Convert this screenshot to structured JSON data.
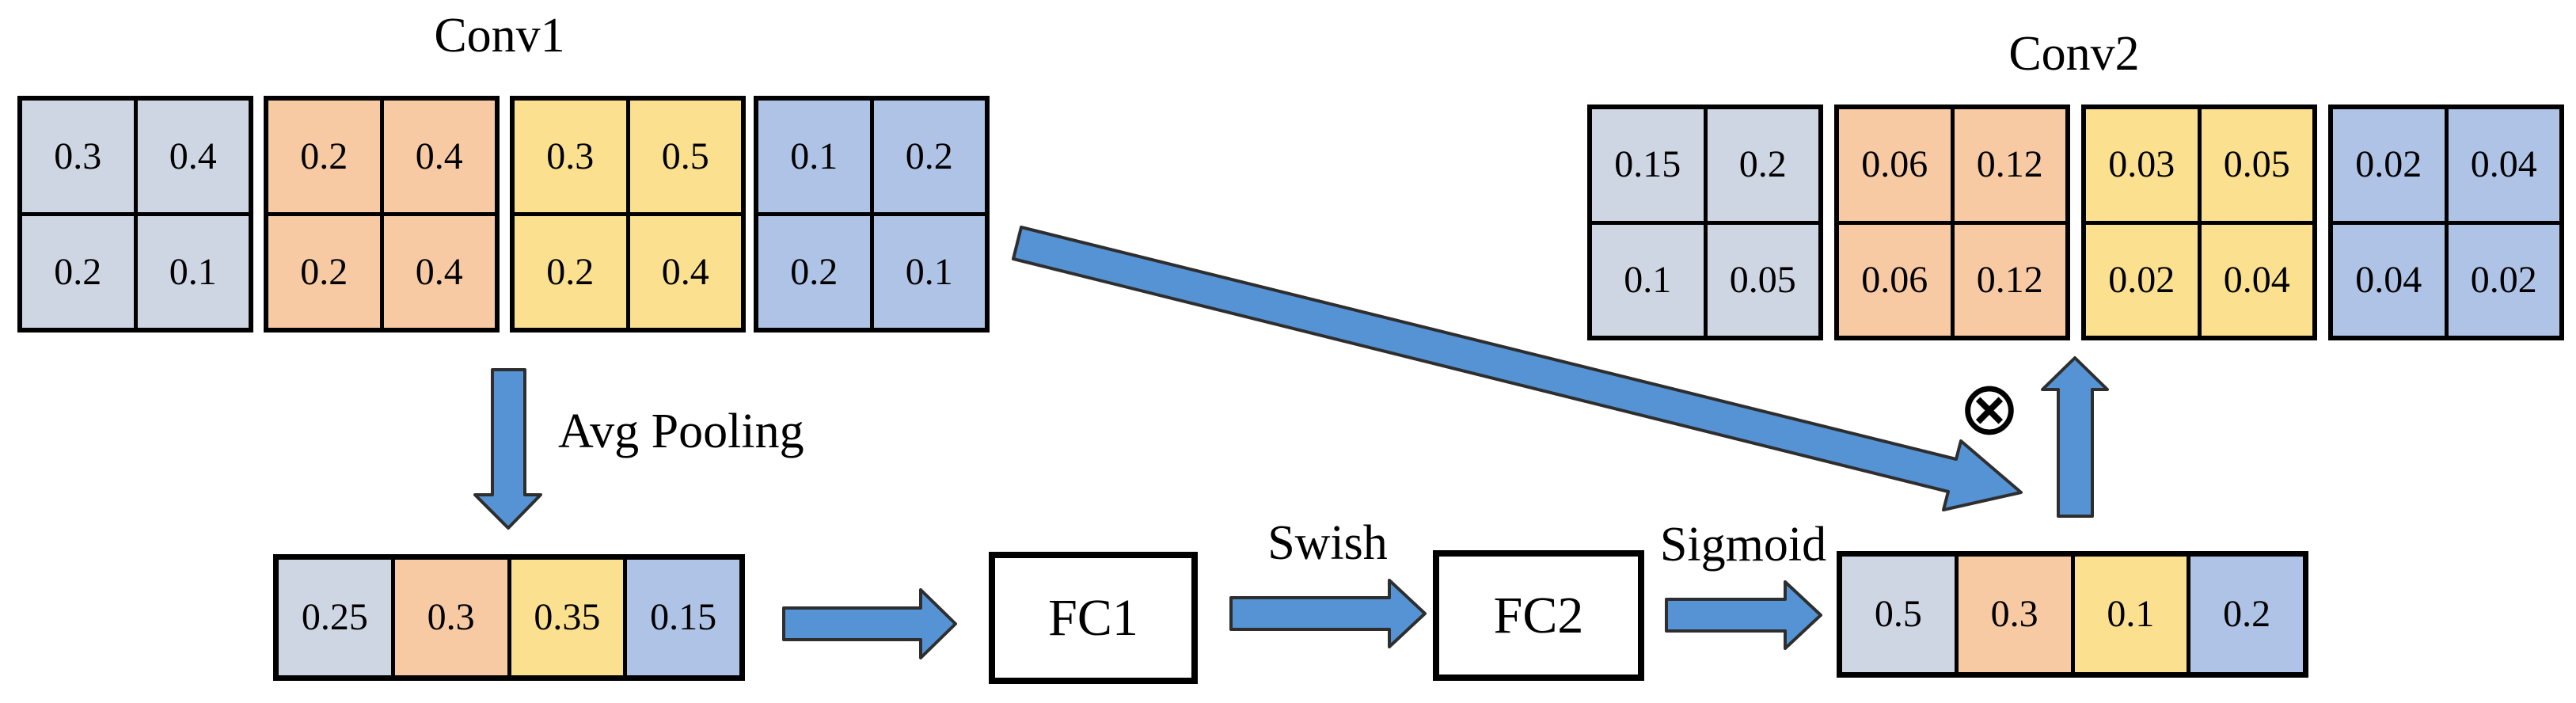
{
  "colors": {
    "gray": "#CFD6E3",
    "orange": "#F7CAA4",
    "yellow": "#FBE08F",
    "blue": "#AEC3E6",
    "arrow": "#5593D4",
    "arrow_outline": "#2E2E2E",
    "background": "#FFFFFF"
  },
  "operators": {
    "multiply": "⊗"
  },
  "conv1": {
    "label": "Conv1",
    "matrices": [
      {
        "color": "gray",
        "values": [
          [
            "0.3",
            "0.4"
          ],
          [
            "0.2",
            "0.1"
          ]
        ]
      },
      {
        "color": "orange",
        "values": [
          [
            "0.2",
            "0.4"
          ],
          [
            "0.2",
            "0.4"
          ]
        ]
      },
      {
        "color": "yellow",
        "values": [
          [
            "0.3",
            "0.5"
          ],
          [
            "0.2",
            "0.4"
          ]
        ]
      },
      {
        "color": "blue",
        "values": [
          [
            "0.1",
            "0.2"
          ],
          [
            "0.2",
            "0.1"
          ]
        ]
      }
    ]
  },
  "conv2": {
    "label": "Conv2",
    "matrices": [
      {
        "color": "gray",
        "values": [
          [
            "0.15",
            "0.2"
          ],
          [
            "0.1",
            "0.05"
          ]
        ]
      },
      {
        "color": "orange",
        "values": [
          [
            "0.06",
            "0.12"
          ],
          [
            "0.06",
            "0.12"
          ]
        ]
      },
      {
        "color": "yellow",
        "values": [
          [
            "0.03",
            "0.05"
          ],
          [
            "0.02",
            "0.04"
          ]
        ]
      },
      {
        "color": "blue",
        "values": [
          [
            "0.02",
            "0.04"
          ],
          [
            "0.04",
            "0.02"
          ]
        ]
      }
    ]
  },
  "pooled_vector": {
    "cells": [
      {
        "color": "gray",
        "value": "0.25"
      },
      {
        "color": "orange",
        "value": "0.3"
      },
      {
        "color": "yellow",
        "value": "0.35"
      },
      {
        "color": "blue",
        "value": "0.15"
      }
    ]
  },
  "scale_vector": {
    "cells": [
      {
        "color": "gray",
        "value": "0.5"
      },
      {
        "color": "orange",
        "value": "0.3"
      },
      {
        "color": "yellow",
        "value": "0.1"
      },
      {
        "color": "blue",
        "value": "0.2"
      }
    ]
  },
  "fc1": {
    "label": "FC1"
  },
  "fc2": {
    "label": "FC2"
  },
  "edges": {
    "avg_pooling": "Avg Pooling",
    "swish": "Swish",
    "sigmoid": "Sigmoid"
  }
}
